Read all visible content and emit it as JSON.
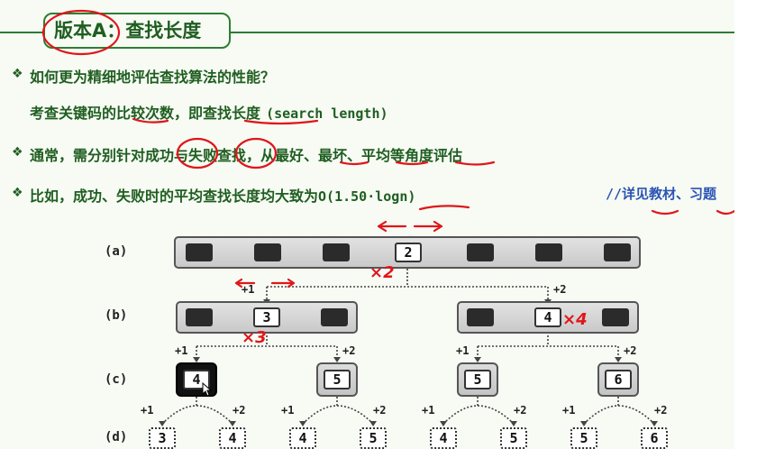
{
  "title": "版本A：查找长度",
  "bullets": [
    {
      "text": "如何更为精细地评估查找算法的性能？"
    },
    {
      "prefix": "考查关键码的",
      "h1": "比较",
      "mid": "次数，即",
      "h2": "查找长度",
      "suffix": "(search length)"
    },
    {
      "text": "通常，需分别针对成功与失败查找，从最好、最坏、平均等角度评估"
    },
    {
      "prefix": "比如，成功、失败时的平均查找长度均大致为",
      "formula": "O(1.50·logn)",
      "note": "//详见教材、习题"
    }
  ],
  "rows": [
    "(a)",
    "(b)",
    "(c)",
    "(d)"
  ],
  "tree": {
    "root_key": "2",
    "b_keys": [
      "3",
      "4"
    ],
    "c_keys": [
      "4",
      "5",
      "5",
      "6"
    ],
    "d_keys": [
      "3",
      "4",
      "4",
      "5",
      "4",
      "5",
      "5",
      "6"
    ],
    "plus1": "+1",
    "plus2": "+2"
  },
  "annotations": {
    "x2": "×2",
    "x3": "×3",
    "x4": "×4"
  },
  "colors": {
    "green": "#1f5e20",
    "red": "#e0161b",
    "blue": "#2b54b3"
  }
}
